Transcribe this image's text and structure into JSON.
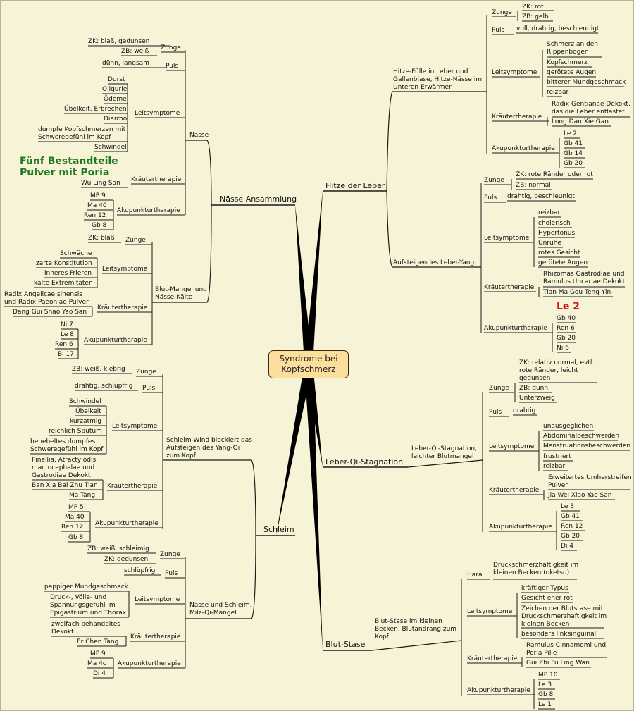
{
  "center": "Syndrome bei\nKopfschmerz",
  "notes": {
    "green": "Fünf Bestandteile\nPulver mit Poria",
    "red": "Le 2"
  },
  "labels": {
    "hitze_leber": "Hitze der Leber",
    "hitze_fuelle": "Hitze-Fülle in Leber und\nGallenblase, Hitze-Nässe im\nUnteren Erwärmer",
    "hf_zunge": "Zunge",
    "hf_zk": "ZK: rot",
    "hf_zb": "ZB: gelb",
    "hf_puls": "Puls",
    "hf_puls_v": "voll, drahtig, beschleunigt",
    "hf_leit": "Leitsymptome",
    "hf_s1": "Schmerz an den\nRippenbögen",
    "hf_s2": "Kopfschmerz",
    "hf_s3": "gerötete Augen",
    "hf_s4": "bitterer Mundgeschmack",
    "hf_s5": "reizbar",
    "hf_kr": "Kräutertherapie",
    "hf_kr1": "Radix Gentianae Dekokt,\ndas die Leber entlastet",
    "hf_kr2": "Long Dan Xie Gan",
    "hf_ak": "Akupunkturtherapie",
    "hf_a1": "Le 2",
    "hf_a2": "Gb 41",
    "hf_a3": "Gb 14",
    "hf_a4": "Gb 20",
    "yang": "Aufsteigendes Leber-Yang",
    "ya_zunge": "Zunge",
    "ya_zk": "ZK: rote Ränder oder rot",
    "ya_zb": "ZB: normal",
    "ya_puls": "Puls",
    "ya_puls_v": "drahtig, beschleunigt",
    "ya_leit": "Leitsymptome",
    "ya_s1": "reizbar",
    "ya_s2": "cholerisch",
    "ya_s3": "Hypertonus",
    "ya_s4": "Unruhe",
    "ya_s5": "rotes Gesicht",
    "ya_s6": "gerötete Augen",
    "ya_kr": "Kräutertherapie",
    "ya_kr1": "Rhizomas Gastrodiae und\nRamulus Uncariae Dekokt",
    "ya_kr2": "Tian Ma Gou Teng Yin",
    "ya_ak": "Akupunkturtherapie",
    "ya_a1": "Gb 40",
    "ya_a2": "Ren 6",
    "ya_a3": "Gb 20",
    "ya_a4": "Ni 6",
    "qi_stag": "Leber-Qi-Stagnation",
    "qs_sub": "Leber-Qi-Stagnation,\nleichter Blutmangel",
    "qs_zunge": "Zunge",
    "qs_zk": "ZK: relativ normal, evtl.\nrote Ränder, leicht\ngedunsen",
    "qs_zb": "ZB: dünn",
    "qs_zu": "Unterzweig",
    "qs_puls": "Puls",
    "qs_puls_v": "drahtig",
    "qs_leit": "Leitsymptome",
    "qs_s1": "unausgeglichen",
    "qs_s2": "Abdominalbeschwerden",
    "qs_s3": "Menstruationsbeschwerden",
    "qs_s4": "frustriert",
    "qs_s5": "reizbar",
    "qs_kr": "Kräutertherapie",
    "qs_kr1": "Erweitertes Umherstreifen\nPulver",
    "qs_kr2": "Jia Wei Xiao Yao San",
    "qs_ak": "Akupunkturtherapie",
    "qs_a1": "Le 3",
    "qs_a2": "Gb 41",
    "qs_a3": "Ren 12",
    "qs_a4": "Gb 20",
    "qs_a5": "Di 4",
    "blut_stase": "Blut-Stase",
    "bs_sub": "Blut-Stase im kleinen\nBecken, Blutandrang zum\nKopf",
    "bs_hara": "Hara",
    "bs_hara_v": "Druckschmerzhaftigkeit im\nkleinen Becken (oketsu)",
    "bs_leit": "Leitsymptome",
    "bs_s1": "kräftiger Typus",
    "bs_s2": "Gesicht eher rot",
    "bs_s3": "Zeichen der Blutstase mit\nDruckschmerzhaftigkeit im\nkleinen Becken",
    "bs_s4": "besonders linksinguinal",
    "bs_kr": "Kräutertherapie",
    "bs_kr1": "Ramulus Cinnamomi und\nPoria Pille",
    "bs_kr2": "Gui Zhi Fu Ling Wan",
    "bs_ak": "Akupunkturtherapie",
    "bs_a1": "MP 10",
    "bs_a2": "Le 3",
    "bs_a3": "Gb 8",
    "bs_a4": "Le 1",
    "naesse_ans": "Nässe Ansammlung",
    "naesse": "Nässe",
    "na_zunge": "Zunge",
    "na_zk": "ZK: blaß, gedunsen",
    "na_zb": "ZB: weiß",
    "na_puls": "Puls",
    "na_puls_v": "dünn, langsam",
    "na_leit": "Leitsymptome",
    "na_s1": "Durst",
    "na_s2": "Oligurie",
    "na_s3": "Ödeme",
    "na_s4": "Übelkeit, Erbrechen",
    "na_s5": "Diarrhö",
    "na_s6": "dumpfe Kopfschmerzen mit\nSchweregefühl im Kopf",
    "na_s7": "Schwindel",
    "na_kr": "Kräutertherapie",
    "na_kr1": "Wu Ling San",
    "na_ak": "Akupunkturtherapie",
    "na_a1": "MP 9",
    "na_a2": "Ma 40",
    "na_a3": "Ren 12",
    "na_a4": "Gb 8",
    "bm": "Blut-Mangel und\nNässe-Kälte",
    "bm_zunge": "Zunge",
    "bm_zk": "ZK: blaß",
    "bm_leit": "Leitsymptome",
    "bm_s1": "Schwäche",
    "bm_s2": "zarte Konstitution",
    "bm_s3": "inneres Frieren",
    "bm_s4": "kalte Extremitäten",
    "bm_kr": "Kräutertherapie",
    "bm_kr1": "Radix Angelicae sinensis\nund Radix Paeoniae Pulver",
    "bm_kr2": "Dang Gui Shao Yao San",
    "bm_ak": "Akupunkturtherapie",
    "bm_a1": "Ni 7",
    "bm_a2": "Le 8",
    "bm_a3": "Ren 6",
    "bm_a4": "Bl 17",
    "schleim": "Schleim",
    "sw": "Schleim-Wind blockiert das\nAufsteigen des Yang-Qi\nzum Kopf",
    "sw_zunge": "Zunge",
    "sw_zb": "ZB: weiß, klebrig",
    "sw_puls": "Puls",
    "sw_puls_v": "drahtig, schlüpfrig",
    "sw_leit": "Leitsymptome",
    "sw_s1": "Schwindel",
    "sw_s2": "Übelkeit",
    "sw_s3": "kurzatmig",
    "sw_s4": "reichlich Sputum",
    "sw_s5": "benebeltes dumpfes\nSchweregefühl im Kopf",
    "sw_kr": "Kräutertherapie",
    "sw_kr1": "Pinellia, Atractylodis\nmacrocephalae und\nGastrodiae Dekokt",
    "sw_kr2": "Ban Xia Bai Zhu Tian",
    "sw_kr3": "Ma Tang",
    "sw_ak": "Akupunkturtherapie",
    "sw_a1": "MP 5",
    "sw_a2": "Ma 40",
    "sw_a3": "Ren 12",
    "sw_a4": "Gb 8",
    "ns": "Nässe und Schleim,\nMilz-Qi-Mangel",
    "ns_zunge": "Zunge",
    "ns_zb": "ZB: weiß, schleimig",
    "ns_zk": "ZK: gedunsen",
    "ns_puls": "Puls",
    "ns_puls_v": "schlüpfrig",
    "ns_leit": "Leitsymptome",
    "ns_s1": "pappiger Mundgeschmack",
    "ns_s2": "Druck-, Völle- und\nSpannungsgefühl im\nEpigastrium und Thorax",
    "ns_kr": "Kräutertherapie",
    "ns_kr1": "zweifach behandeltes\nDekokt",
    "ns_kr2": "Er Chen Tang",
    "ns_ak": "Akupunkturtherapie",
    "ns_a1": "MP 9",
    "ns_a2": "Ma 4o",
    "ns_a3": "Di 4"
  }
}
